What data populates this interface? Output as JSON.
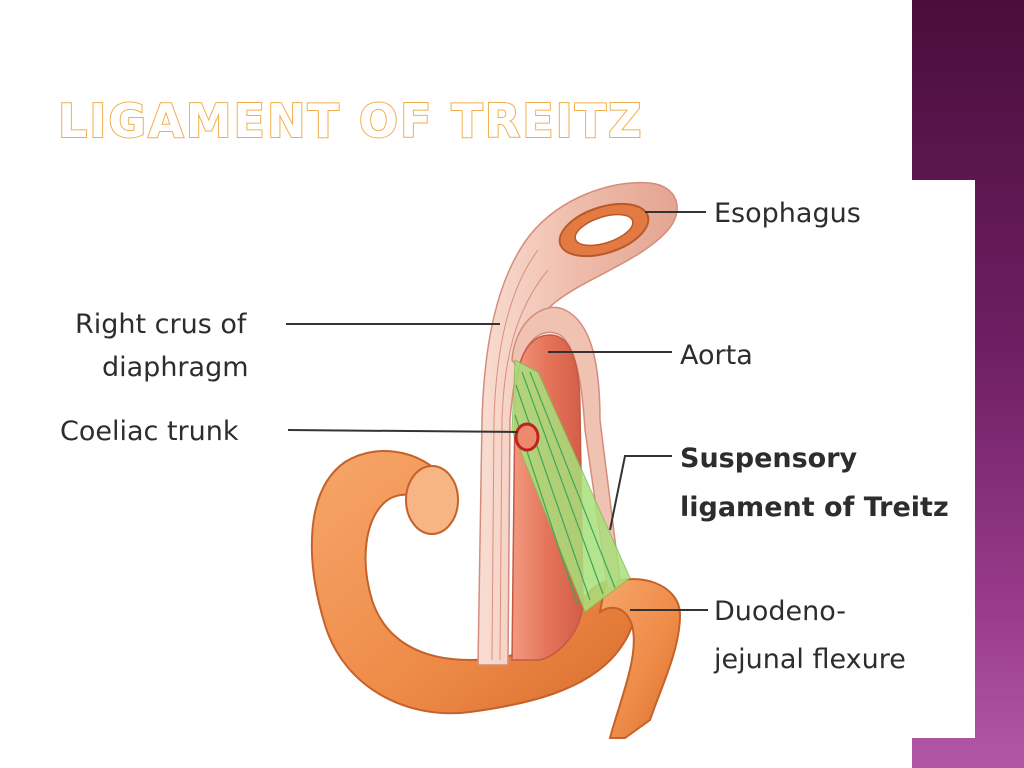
{
  "slide": {
    "title": "Ligament of Treitz"
  },
  "diagram": {
    "labels": {
      "esophagus": "Esophagus",
      "right_crus_line1": "Right crus of",
      "right_crus_line2": "diaphragm",
      "aorta": "Aorta",
      "coeliac_trunk": "Coeliac trunk",
      "suspensory_line1": "Suspensory",
      "suspensory_line2": "ligament of Treitz",
      "flexure_line1": "Duodeno-",
      "flexure_line2": "jejunal flexure"
    }
  },
  "colors": {
    "accent_title": "#f2ae4a",
    "side_band": "#6e1f63",
    "duodenum": "#ef8f4c",
    "aorta": "#e87a5f",
    "crus": "#f2c6b6",
    "ligament": "#a9e07c"
  }
}
